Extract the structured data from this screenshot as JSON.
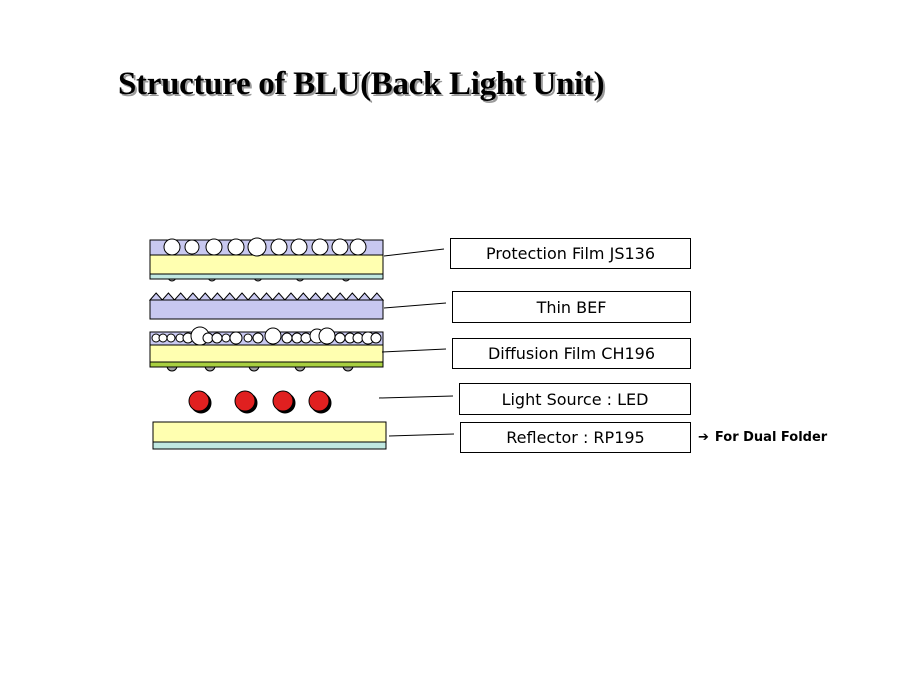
{
  "title": "Structure of BLU(Back Light Unit)",
  "layers": [
    {
      "id": "protection-film",
      "label": "Protection Film  JS136"
    },
    {
      "id": "thin-bef",
      "label": "Thin BEF"
    },
    {
      "id": "diffusion-film",
      "label": "Diffusion Film  CH196"
    },
    {
      "id": "light-source",
      "label": "Light Source : LED"
    },
    {
      "id": "reflector",
      "label": "Reflector : RP195"
    }
  ],
  "note": {
    "arrow_icon": "right-arrow-icon",
    "text": "For Dual Folder"
  },
  "colors": {
    "film_blue": "#c8c8f0",
    "film_yellow": "#ffffb0",
    "base_teal": "#c0e8e0",
    "diffusion_green": "#a8d040",
    "led_red": "#e02020",
    "bead_grey": "#a0a0a0"
  }
}
